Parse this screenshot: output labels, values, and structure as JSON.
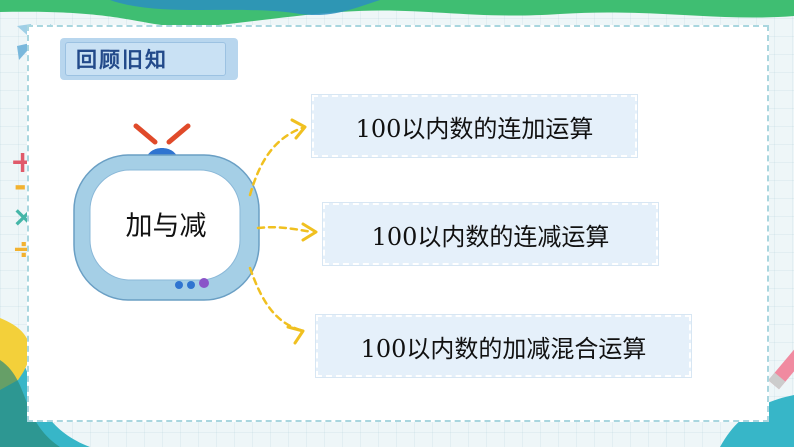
{
  "title": "回顾旧知",
  "center_label": "加与减",
  "topics": [
    "100以内数的连加运算",
    "100以内数的连减运算",
    "100以内数的加减混合运算"
  ],
  "colors": {
    "title_text": "#234a8a",
    "arrow": "#f0c020",
    "tv_frame": "#a5cfe6",
    "tv_knob_blue": "#2f74d0",
    "tv_knob_purple": "#8a54c8",
    "antenna": "#e04a2a"
  }
}
